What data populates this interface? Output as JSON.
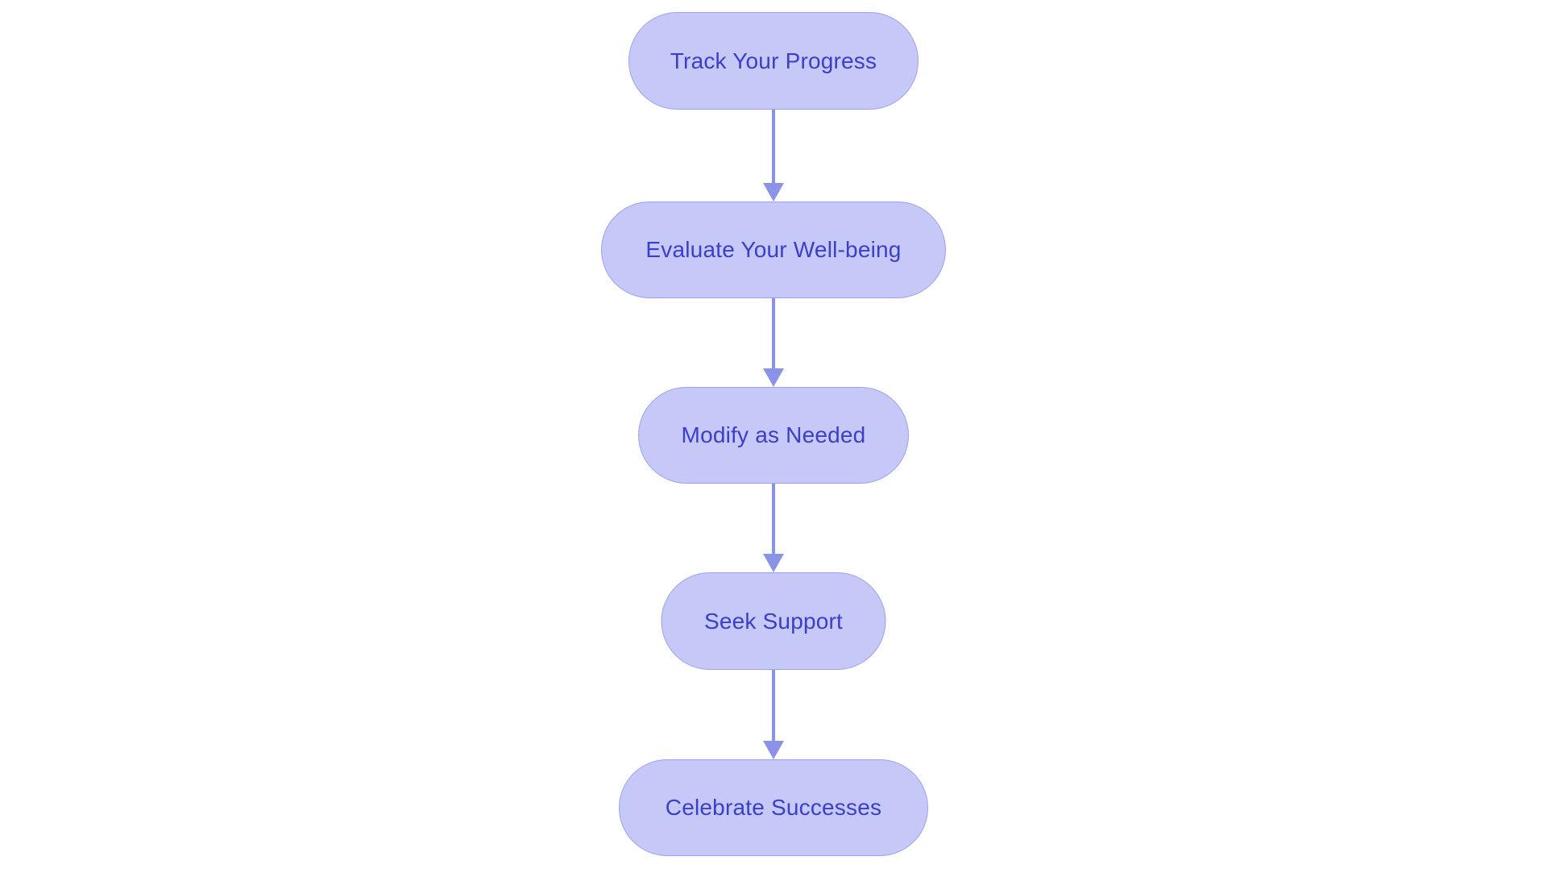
{
  "flowchart": {
    "type": "flowchart",
    "direction": "top-down",
    "nodes": [
      {
        "id": "node-1",
        "label": "Track Your Progress"
      },
      {
        "id": "node-2",
        "label": "Evaluate Your Well-being"
      },
      {
        "id": "node-3",
        "label": "Modify as Needed"
      },
      {
        "id": "node-4",
        "label": "Seek Support"
      },
      {
        "id": "node-5",
        "label": "Celebrate Successes"
      }
    ],
    "edges": [
      {
        "from": "node-1",
        "to": "node-2",
        "style": "arrow"
      },
      {
        "from": "node-2",
        "to": "node-3",
        "style": "arrow"
      },
      {
        "from": "node-3",
        "to": "node-4",
        "style": "arrow"
      },
      {
        "from": "node-4",
        "to": "node-5",
        "style": "arrow"
      }
    ],
    "colors": {
      "node_fill": "#c6c9f7",
      "node_border": "#9aa2ee",
      "node_text": "#3b3fc8",
      "arrow": "#8b93e8",
      "background": "#ffffff"
    }
  }
}
